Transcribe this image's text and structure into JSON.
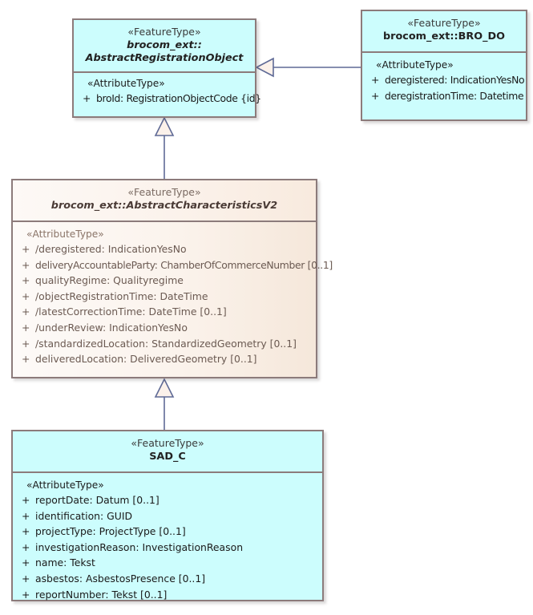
{
  "diagram": {
    "type": "uml-class-diagram",
    "notation": "UML generalization (inheritance)",
    "background": "#ffffff",
    "colors": {
      "cyan_fill": "#ccfdfd",
      "cream_fill": "#faf1e9",
      "border": "#8c7b7b",
      "connector": "#5f6a96",
      "arrowhead_fill": "#fbf1ea"
    }
  },
  "classes": [
    {
      "id": "abstract-registration-object",
      "stereotype": "«FeatureType»",
      "name": "brocom_ext::\nAbstractRegistrationObject",
      "abstract": true,
      "theme": "cyan",
      "compartment_stereotype": "«AttributeType»",
      "attributes": [
        {
          "visibility": "+",
          "text": "broId: RegistrationObjectCode {id}"
        }
      ]
    },
    {
      "id": "bro-do",
      "stereotype": "«FeatureType»",
      "name": "brocom_ext::BRO_DO",
      "abstract": false,
      "theme": "cyan",
      "compartment_stereotype": "«AttributeType»",
      "attributes": [
        {
          "visibility": "+",
          "text": "deregistered: IndicationYesNo"
        },
        {
          "visibility": "+",
          "text": "deregistrationTime: Datetime"
        }
      ]
    },
    {
      "id": "abstract-characteristics-v2",
      "stereotype": "«FeatureType»",
      "name": "brocom_ext::AbstractCharacteristicsV2",
      "abstract": true,
      "theme": "cream",
      "compartment_stereotype": "«AttributeType»",
      "attributes": [
        {
          "visibility": "+",
          "text": "/deregistered: IndicationYesNo"
        },
        {
          "visibility": "+",
          "text": "deliveryAccountableParty: ChamberOfCommerceNumber [0..1]"
        },
        {
          "visibility": "+",
          "text": "qualityRegime: Qualityregime"
        },
        {
          "visibility": "+",
          "text": "/objectRegistrationTime: DateTime"
        },
        {
          "visibility": "+",
          "text": "/latestCorrectionTime: DateTime [0..1]"
        },
        {
          "visibility": "+",
          "text": "/underReview: IndicationYesNo"
        },
        {
          "visibility": "+",
          "text": "/standardizedLocation: StandardizedGeometry [0..1]"
        },
        {
          "visibility": "+",
          "text": "deliveredLocation: DeliveredGeometry [0..1]"
        }
      ]
    },
    {
      "id": "sad-c",
      "stereotype": "«FeatureType»",
      "name": "SAD_C",
      "abstract": false,
      "theme": "cyan",
      "compartment_stereotype": "«AttributeType»",
      "attributes": [
        {
          "visibility": "+",
          "text": "reportDate: Datum [0..1]"
        },
        {
          "visibility": "+",
          "text": "identification: GUID"
        },
        {
          "visibility": "+",
          "text": "projectType: ProjectType [0..1]"
        },
        {
          "visibility": "+",
          "text": "investigationReason: InvestigationReason"
        },
        {
          "visibility": "+",
          "text": "name: Tekst"
        },
        {
          "visibility": "+",
          "text": "asbestos: AsbestosPresence [0..1]"
        },
        {
          "visibility": "+",
          "text": "reportNumber: Tekst [0..1]"
        }
      ]
    }
  ],
  "relationships": [
    {
      "id": "gen-brodo-to-aro",
      "kind": "generalization",
      "source": "bro-do",
      "target": "abstract-registration-object",
      "direction": "left"
    },
    {
      "id": "gen-acv2-to-aro",
      "kind": "generalization",
      "source": "abstract-characteristics-v2",
      "target": "abstract-registration-object",
      "direction": "up"
    },
    {
      "id": "gen-sadc-to-acv2",
      "kind": "generalization",
      "source": "sad-c",
      "target": "abstract-characteristics-v2",
      "direction": "up"
    }
  ]
}
